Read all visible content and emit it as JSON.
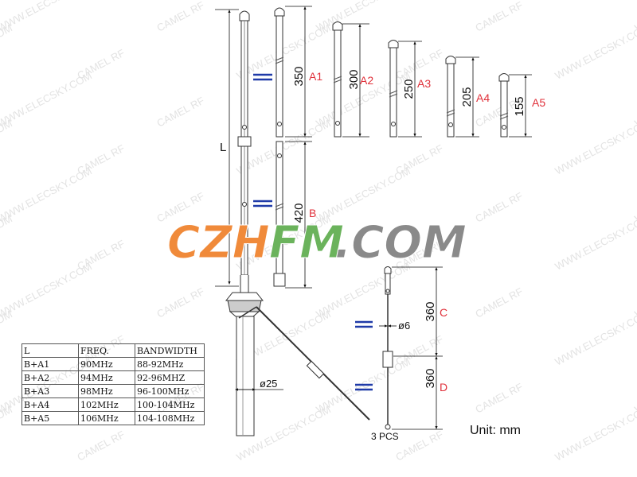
{
  "watermarks": {
    "site": "WWW.ELECSKY.COM",
    "brand": "CAMEL RF"
  },
  "logo": {
    "text": "CZHFM.COM",
    "part1": "CZH",
    "part2": "FM",
    "part3": ".COM",
    "colors": {
      "orange": "#f08a3a",
      "green": "#6bb35c",
      "gray": "#8a8a8a"
    }
  },
  "dimensions": {
    "a1": "350",
    "a2": "300",
    "a3": "250",
    "a4": "205",
    "a5": "155",
    "b": "420",
    "c": "360",
    "d": "360",
    "whip_diameter": "ø6",
    "mast_diameter": "ø25",
    "total_label": "L"
  },
  "labels": {
    "a1": "A1",
    "a2": "A2",
    "a3": "A3",
    "a4": "A4",
    "a5": "A5",
    "b": "B",
    "c": "C",
    "d": "D",
    "radials_count": "3 PCS",
    "unit": "Unit: mm"
  },
  "colors": {
    "label_red": "#e0303a",
    "equals_blue": "#1f3aa8"
  },
  "table": {
    "headers": [
      "L",
      "FREQ.",
      "BANDWIDTH"
    ],
    "rows": [
      [
        "B+A1",
        "90MHz",
        "88-92MHz"
      ],
      [
        "B+A2",
        "94MHz",
        "92-96MHZ"
      ],
      [
        "B+A3",
        "98MHz",
        "96-100MHz"
      ],
      [
        "B+A4",
        "102MHz",
        "100-104MHz"
      ],
      [
        "B+A5",
        "106MHz",
        "104-108MHz"
      ]
    ]
  }
}
